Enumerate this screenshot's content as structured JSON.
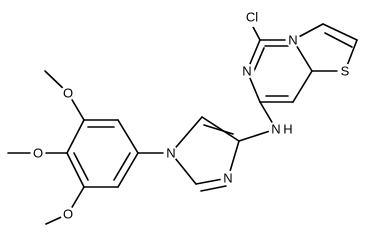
{
  "molecule": {
    "labels": {
      "cl": "Cl",
      "n1": "N",
      "n3": "N",
      "s": "S",
      "nh": "N",
      "h": "H",
      "im_n1": "N",
      "im_n3": "N",
      "o1": "O",
      "o2": "O",
      "o3": "O"
    }
  }
}
